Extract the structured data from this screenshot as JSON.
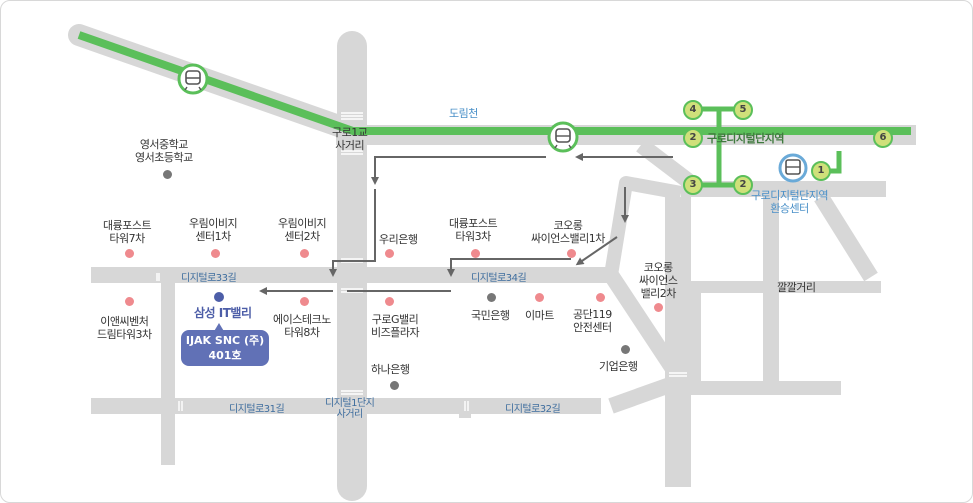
{
  "stations": {
    "guro_digital": "구로디지털단지역",
    "transfer_center": [
      "구로디지털단지역",
      "환승센터"
    ],
    "exits": [
      "1",
      "2",
      "3",
      "4",
      "5",
      "6",
      "2",
      "3"
    ]
  },
  "stream": "도림천",
  "intersections": {
    "guro1": [
      "구로1교",
      "사거리"
    ],
    "digital1": [
      "디지털1단지",
      "사거리"
    ]
  },
  "roads": {
    "r33": "디지털로33길",
    "r34": "디지털로34길",
    "r31": "디지털로31길",
    "r32": "디지털로32길",
    "kkal": "깔깔거리"
  },
  "landmarks": {
    "yeongseo": [
      "영서중학교",
      "영서초등학교"
    ],
    "daeryung7": [
      "대륭포스트",
      "타워7차"
    ],
    "woorim1": [
      "우림이비지",
      "센터1차"
    ],
    "woorim2": [
      "우림이비지",
      "센터2차"
    ],
    "woori_bank": "우리은행",
    "daeryung3": [
      "대륭포스트",
      "타워3차"
    ],
    "kolon1": [
      "코오롱",
      "싸이언스밸리1차"
    ],
    "kolon2": [
      "코오롱",
      "싸이언스",
      "밸리2차"
    ],
    "ean": [
      "이앤씨벤처",
      "드림타워3차"
    ],
    "samsung_it": "삼성 IT밸리",
    "ace": [
      "에이스테크노",
      "타워8차"
    ],
    "guro_g": [
      "구로G밸리",
      "비즈플라자"
    ],
    "kookmin": "국민은행",
    "emart": "이마트",
    "gongdan119": [
      "공단119",
      "안전센터"
    ],
    "ibk": "기업은행",
    "hana": "하나은행"
  },
  "destination": {
    "company": "IJAK SNC (주)",
    "room": "401호"
  },
  "colors": {
    "road": "#d7d7d7",
    "subway_line": "#5bbf5a",
    "route_arrow": "#666666",
    "callout": "#6171b6",
    "pink_poi": "#ef8a8e"
  }
}
